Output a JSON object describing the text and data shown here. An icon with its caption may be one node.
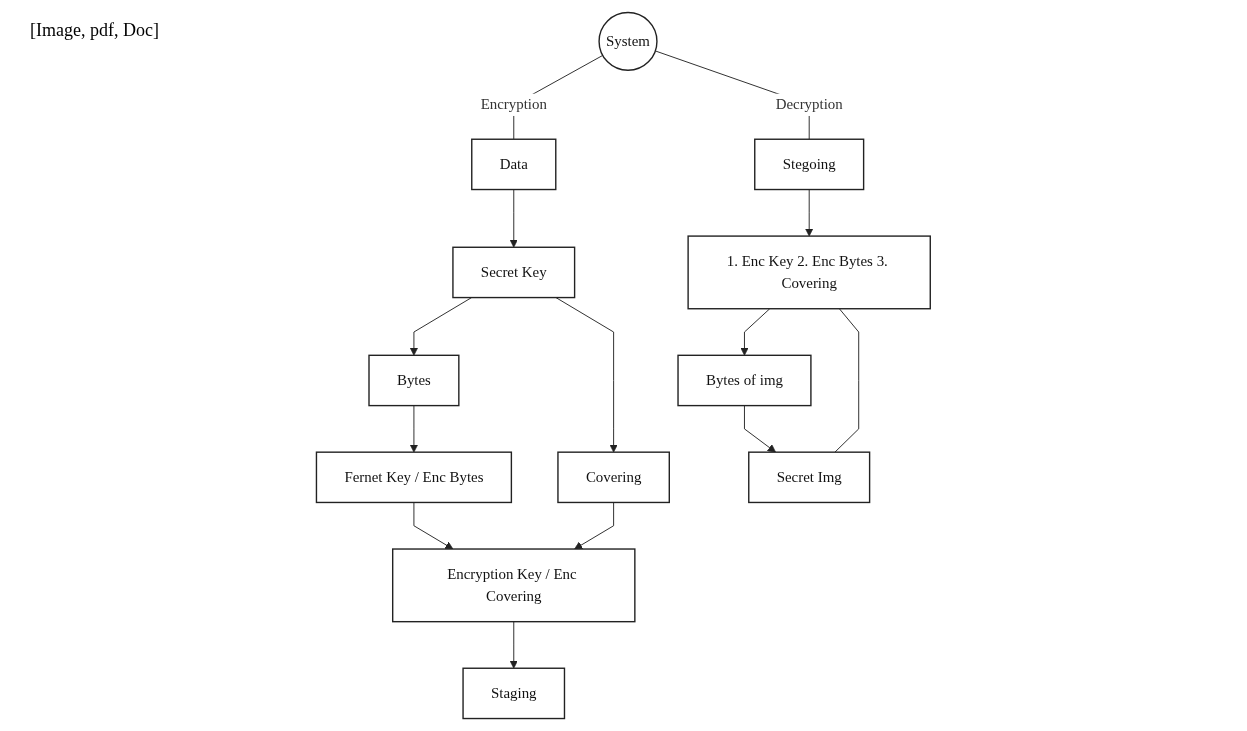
{
  "diagram": {
    "nodes": [
      {
        "text": [
          "System"
        ]
      },
      {
        "text": [
          "Data"
        ]
      },
      {
        "text": [
          "Secret Key"
        ]
      },
      {
        "text": [
          "Bytes"
        ]
      },
      {
        "text": [
          "Fernet Key / Enc Bytes"
        ]
      },
      {
        "text": [
          "Covering"
        ]
      },
      {
        "text": [
          "Encryption Key / Enc Covering"
        ]
      },
      {
        "text": [
          "Staging"
        ]
      },
      {
        "text": [
          "Stegoing"
        ]
      },
      {
        "text": [
          "1. Enc Key 2. Enc Bytes 3. Covering"
        ]
      },
      {
        "text": [
          "Bytes of img"
        ]
      },
      {
        "text": [
          "Secret Img"
        ]
      }
    ],
    "edges": [
      {
        "from": 0,
        "to": 1,
        "arrow": "none",
        "label": "Encryption"
      },
      {
        "from": 0,
        "to": 8,
        "arrow": "none",
        "label": "Decryption"
      },
      {
        "from": 1,
        "to": 2,
        "arrow": "to"
      },
      {
        "from": 2,
        "to": 3,
        "arrow": "to"
      },
      {
        "from": 3,
        "to": 4,
        "arrow": "to"
      },
      {
        "from": 2,
        "to": 5,
        "arrow": "to"
      },
      {
        "from": 4,
        "to": 6,
        "arrow": "to"
      },
      {
        "from": 5,
        "to": 6,
        "arrow": "to"
      },
      {
        "from": 6,
        "to": 7,
        "arrow": "to"
      },
      {
        "from": 8,
        "to": 9,
        "arrow": "to"
      },
      {
        "from": 9,
        "to": 10,
        "arrow": "to"
      },
      {
        "from": 10,
        "to": 11,
        "arrow": "to"
      },
      {
        "from": 9,
        "to": 11,
        "arrow": "none"
      }
    ],
    "labels": [
      "[Image, pdf, Doc]"
    ]
  }
}
